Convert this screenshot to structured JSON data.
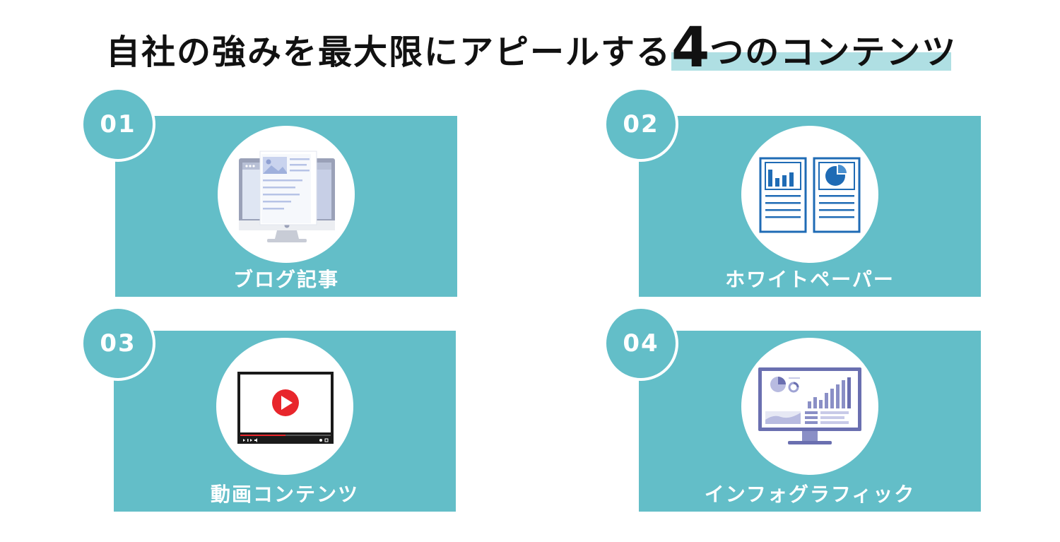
{
  "title": {
    "prefix": "自社の強みを最大限にアピールする",
    "number": "4",
    "suffix": "つのコンテンツ"
  },
  "cards": [
    {
      "number": "01",
      "label": "ブログ記事",
      "icon": "monitor-blog-icon"
    },
    {
      "number": "02",
      "label": "ホワイトペーパー",
      "icon": "report-documents-icon"
    },
    {
      "number": "03",
      "label": "動画コンテンツ",
      "icon": "video-player-icon"
    },
    {
      "number": "04",
      "label": "インフォグラフィック",
      "icon": "infographic-monitor-icon"
    }
  ],
  "colors": {
    "card": "#63bec8",
    "highlight": "#afdfe3",
    "title_text": "#111111",
    "play_button": "#e8262c",
    "document_blue": "#1f6bb5",
    "infographic_purple": "#6a6fb0"
  }
}
